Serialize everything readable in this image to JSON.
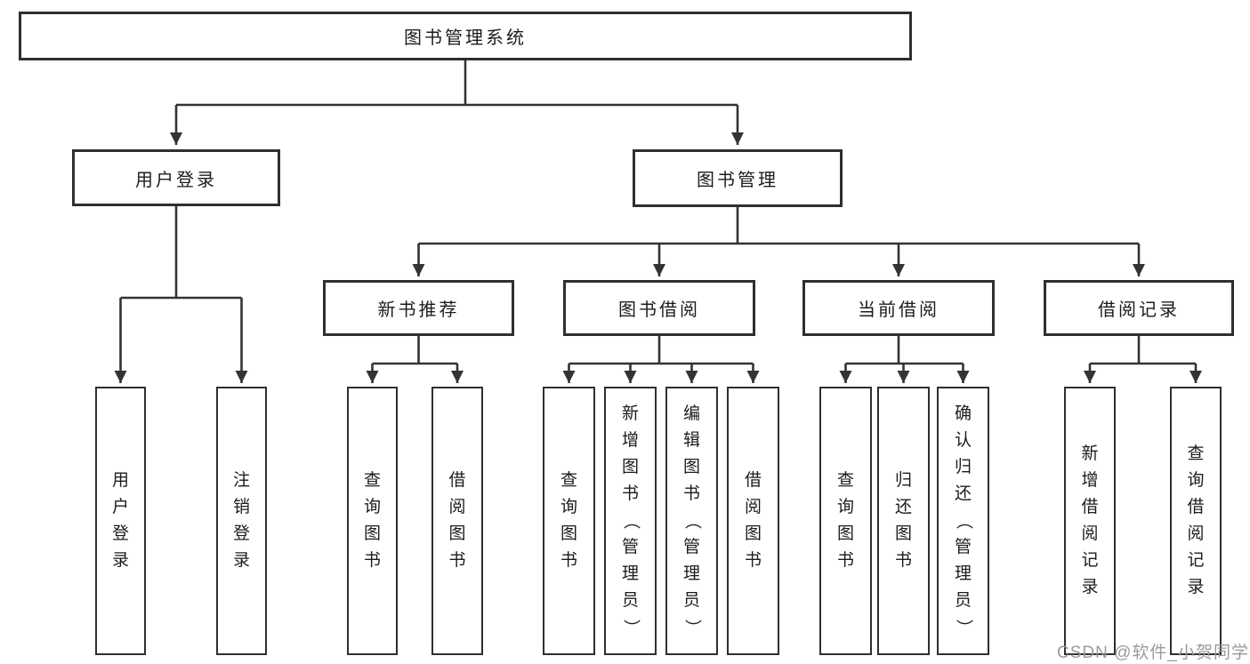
{
  "diagram": {
    "root": {
      "label": "图书管理系统"
    },
    "branches": [
      {
        "label": "用户登录",
        "children": [
          {
            "label": "用户登录"
          },
          {
            "label": "注销登录"
          }
        ]
      },
      {
        "label": "图书管理",
        "children": [
          {
            "label": "新书推荐",
            "children": [
              {
                "label": "查询图书"
              },
              {
                "label": "借阅图书"
              }
            ]
          },
          {
            "label": "图书借阅",
            "children": [
              {
                "label": "查询图书"
              },
              {
                "label": "新增图书（管理员）"
              },
              {
                "label": "编辑图书（管理员）"
              },
              {
                "label": "借阅图书"
              }
            ]
          },
          {
            "label": "当前借阅",
            "children": [
              {
                "label": "查询图书"
              },
              {
                "label": "归还图书"
              },
              {
                "label": "确认归还（管理员）"
              }
            ]
          },
          {
            "label": "借阅记录",
            "children": [
              {
                "label": "新增借阅记录"
              },
              {
                "label": "查询借阅记录"
              }
            ]
          }
        ]
      }
    ]
  },
  "watermark": {
    "text": "CSDN @软件_小贺同学"
  },
  "colors": {
    "line": "#333333",
    "border": "#2f2f2f",
    "text": "#1c1c1c",
    "watermark": "#9b9b9b",
    "background": "#ffffff"
  }
}
